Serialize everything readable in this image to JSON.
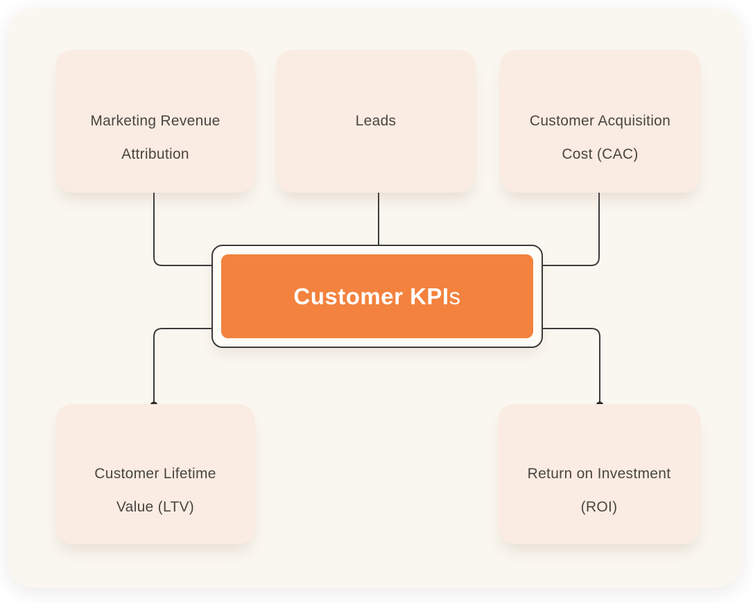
{
  "canvas": {
    "background": "#faf7f0",
    "outer_background": "#ffffff"
  },
  "center_node": {
    "label_main": "Customer KPI",
    "label_suffix": "s",
    "fill": "#f3823e",
    "container_fill": "#fefcf7",
    "border_color": "#3a3a3a",
    "text_color": "#ffffff"
  },
  "node_style": {
    "fill": "#faece2",
    "text_color": "#4a4542"
  },
  "nodes": [
    {
      "id": "marketing-revenue-attribution",
      "lines": [
        "Marketing Revenue",
        "Attribution"
      ]
    },
    {
      "id": "leads",
      "lines": [
        "Leads"
      ]
    },
    {
      "id": "customer-acquisition-cost",
      "lines": [
        "Customer Acquisition",
        "Cost (CAC)"
      ]
    },
    {
      "id": "customer-lifetime-value",
      "lines": [
        "Customer Lifetime",
        "Value (LTV)"
      ]
    },
    {
      "id": "return-on-investment",
      "lines": [
        "Return on Investment",
        "(ROI)"
      ]
    }
  ],
  "connectors": {
    "line_color": "#3a3a3a",
    "dot_color": "#2a2a2a"
  }
}
